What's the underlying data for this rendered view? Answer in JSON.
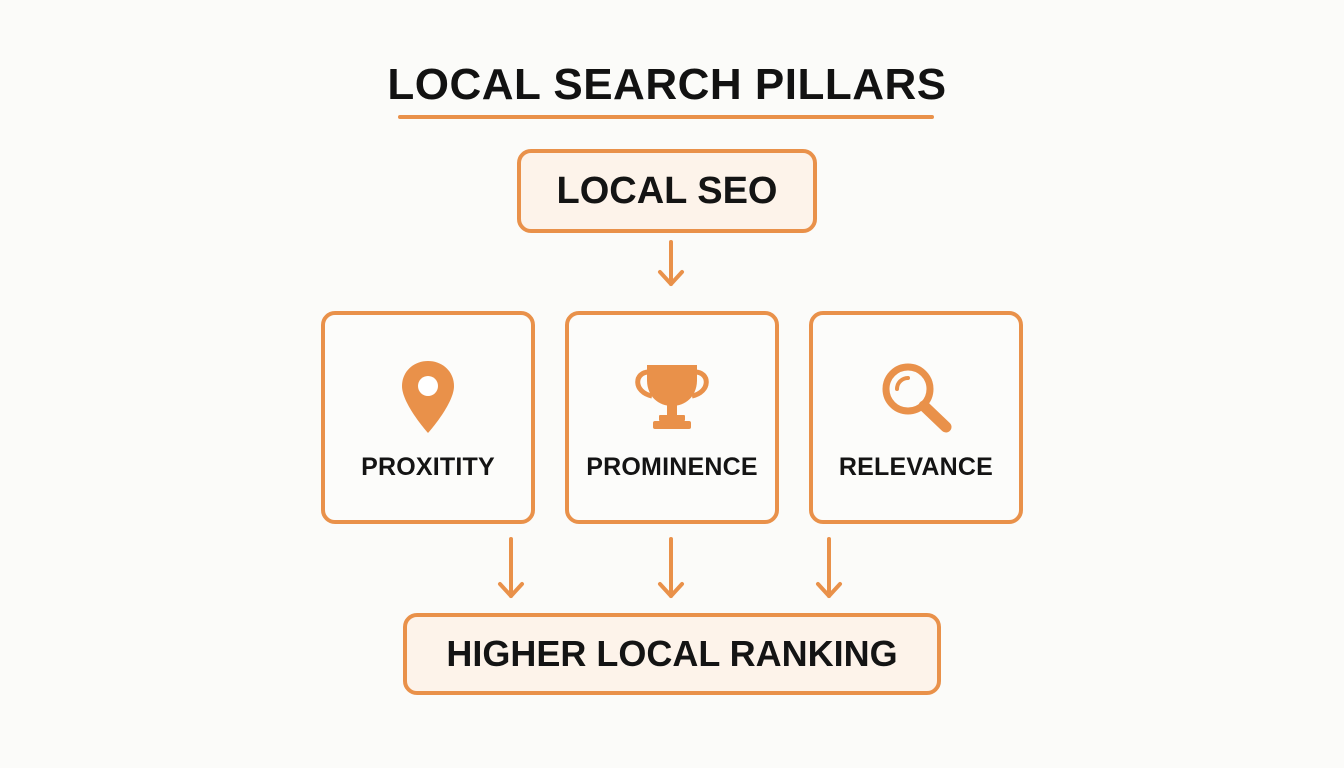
{
  "title": "LOCAL SEARCH PILLARS",
  "top_node": {
    "label": "LOCAL SEO"
  },
  "pillars": [
    {
      "label": "PROXITITY",
      "icon": "location-pin-icon"
    },
    {
      "label": "PROMINENCE",
      "icon": "trophy-icon"
    },
    {
      "label": "RELEVANCE",
      "icon": "magnifier-icon"
    }
  ],
  "bottom_node": {
    "label": "HIGHER LOCAL RANKING"
  },
  "colors": {
    "accent": "#e9914a",
    "box_fill": "#fdf3ea",
    "text": "#141414",
    "background": "#fbfbf9"
  }
}
